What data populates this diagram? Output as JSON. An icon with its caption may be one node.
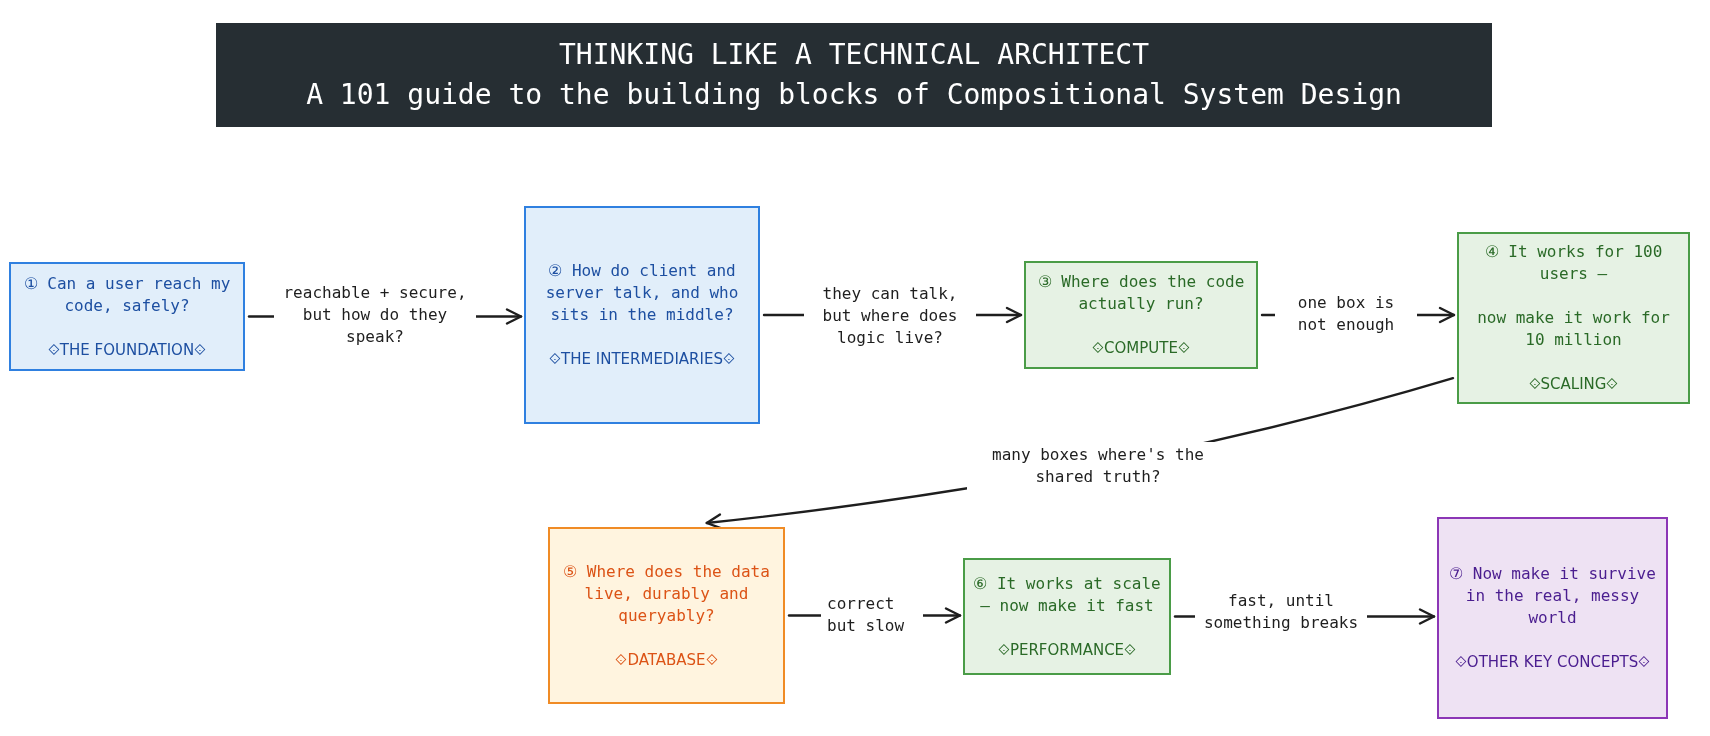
{
  "diagram": {
    "title": "THINKING LIKE A TECHNICAL ARCHITECT",
    "nodes": [
      {
        "text": [
          "① Can a user reach my code, safely?",
          "⟐THE FOUNDATION⟐"
        ]
      },
      {
        "text": [
          "② How do client and server talk, and who sits in the middle?",
          "⟐THE INTERMEDIARIES⟐"
        ]
      },
      {
        "text": [
          "③ Where does the code actually run?",
          "⟐COMPUTE⟐"
        ]
      },
      {
        "text": [
          "④ It works for 100 users –",
          "now make it work for 10 million",
          "⟐SCALING⟐"
        ]
      },
      {
        "text": [
          "⑤ Where does the data live, durably and queryably?",
          "⟐DATABASE⟐"
        ]
      },
      {
        "text": [
          "⑥ It works at scale – now make it fast",
          "⟐PERFORMANCE⟐"
        ]
      },
      {
        "text": [
          "⑦ Now make it survive in the real, messy world",
          "⟐OTHER KEY CONCEPTS⟐"
        ]
      }
    ],
    "edges": [
      {
        "from": 0,
        "to": 1,
        "arrow": "to",
        "label": "reachable + secure, but how do they speak?"
      },
      {
        "from": 1,
        "to": 2,
        "arrow": "to",
        "label": "they can talk, but where does logic live?"
      },
      {
        "from": 2,
        "to": 3,
        "arrow": "to",
        "label": "one box is not enough"
      },
      {
        "from": 3,
        "to": 4,
        "arrow": "to",
        "label": "many boxes where's the shared truth?"
      },
      {
        "from": 4,
        "to": 5,
        "arrow": "to",
        "label": "correct but slow"
      },
      {
        "from": 5,
        "to": 6,
        "arrow": "to",
        "label": "fast, until something breaks"
      }
    ],
    "labels": [
      "A 101 guide to the building blocks of Compositional System Design"
    ]
  }
}
